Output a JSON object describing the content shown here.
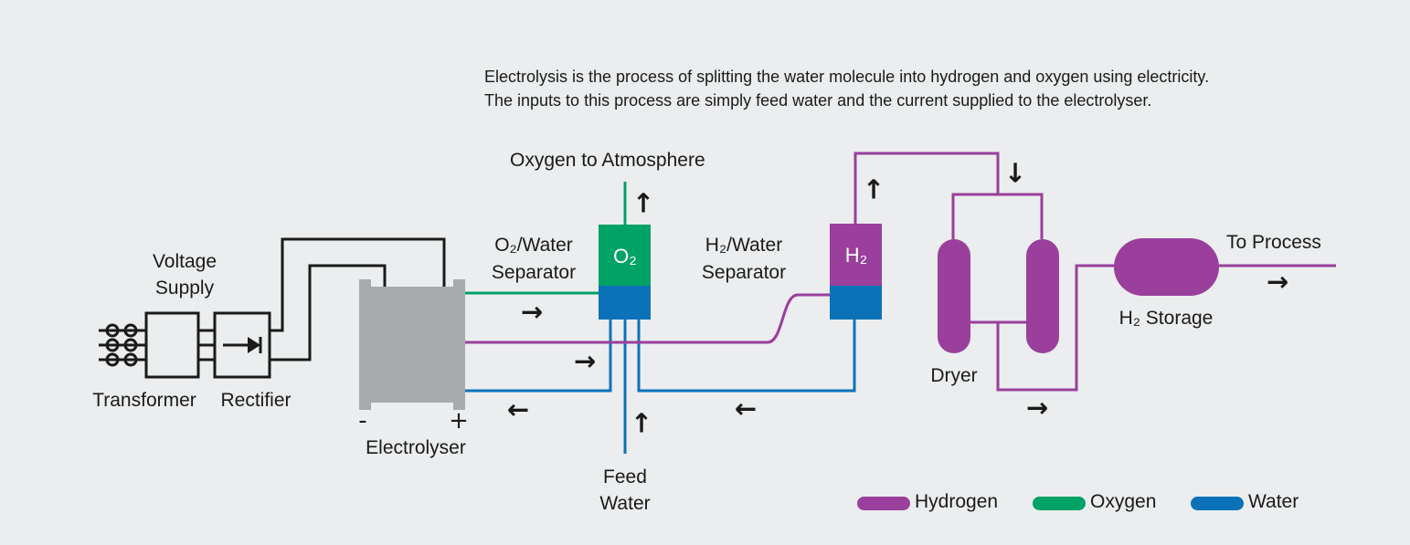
{
  "colors": {
    "hydrogen": "#9A3F9C",
    "oxygen": "#00A266",
    "water": "#0C72B8",
    "gray": "#A8AAAB",
    "black": "#1A1A1A",
    "text": "#1A1A1A",
    "bg": "#EBEDEE"
  },
  "intro": {
    "line1": "Electrolysis is the process of splitting the water molecule into hydrogen and oxygen using electricity.",
    "line2": "The inputs to this process are simply feed water and the current supplied to the electrolyser."
  },
  "labels": {
    "voltage_supply_line1": "Voltage",
    "voltage_supply_line2": "Supply",
    "transformer": "Transformer",
    "rectifier": "Rectifier",
    "electrolyser": "Electrolyser",
    "minus": "-",
    "plus": "+",
    "o2_separator_line1": "O₂/Water",
    "o2_separator_line2": "Separator",
    "oxygen_to_atmosphere": "Oxygen to Atmosphere",
    "o2_box": "O₂",
    "h2_separator_line1": "H₂/Water",
    "h2_separator_line2": "Separator",
    "h2_box": "H₂",
    "feed_water_line1": "Feed",
    "feed_water_line2": "Water",
    "dryer": "Dryer",
    "h2_storage": "H₂ Storage",
    "to_process": "To Process"
  },
  "arrows": {
    "right": "→",
    "left": "←",
    "up": "↑",
    "down": "↓"
  },
  "legend": {
    "items": [
      {
        "label": "Hydrogen",
        "color": "#9A3F9C"
      },
      {
        "label": "Oxygen",
        "color": "#00A266"
      },
      {
        "label": "Water",
        "color": "#0C72B8"
      }
    ]
  }
}
